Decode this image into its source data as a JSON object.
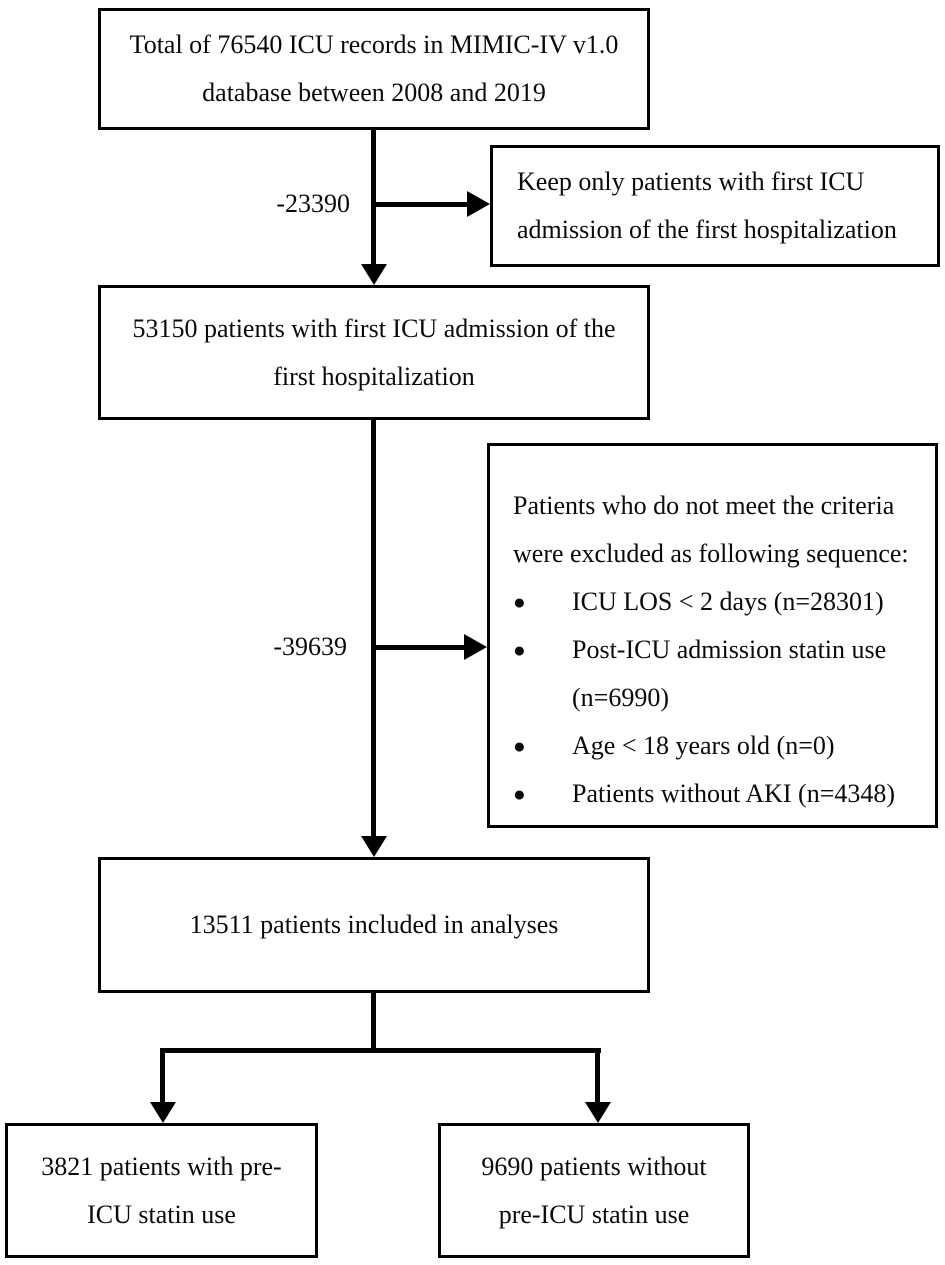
{
  "diagram": {
    "nodes": {
      "total_records": {
        "line1": "Total of 76540 ICU records in MIMIC-IV v1.0",
        "line2": "database between 2008 and 2019"
      },
      "keep_first_admission": {
        "line1": "Keep only patients with first ICU",
        "line2": "admission of the first hospitalization"
      },
      "first_admission": {
        "line1": "53150 patients with first ICU admission of the",
        "line2": "first hospitalization"
      },
      "exclusion_criteria": {
        "intro_line1": "Patients who do not meet the criteria",
        "intro_line2": "were excluded as following sequence:",
        "bullets": [
          "ICU LOS < 2 days (n=28301)",
          "Post-ICU admission statin use (n=6990)",
          "Age < 18 years old (n=0)",
          "Patients without AKI (n=4348)"
        ]
      },
      "included": {
        "line1": "13511 patients included in analyses"
      },
      "pre_icu_statin": {
        "line1": "3821 patients with pre-",
        "line2": "ICU statin use"
      },
      "no_pre_icu_statin": {
        "line1": "9690 patients without",
        "line2": "pre-ICU statin use"
      }
    },
    "edge_labels": {
      "excluded_1": "-23390",
      "excluded_2": "-39639"
    },
    "icons": {
      "bullet_glyph": "●"
    },
    "colors": {
      "background": "#ffffff",
      "border": "#000000",
      "line": "#000000",
      "text": "#0a0a0a"
    }
  }
}
